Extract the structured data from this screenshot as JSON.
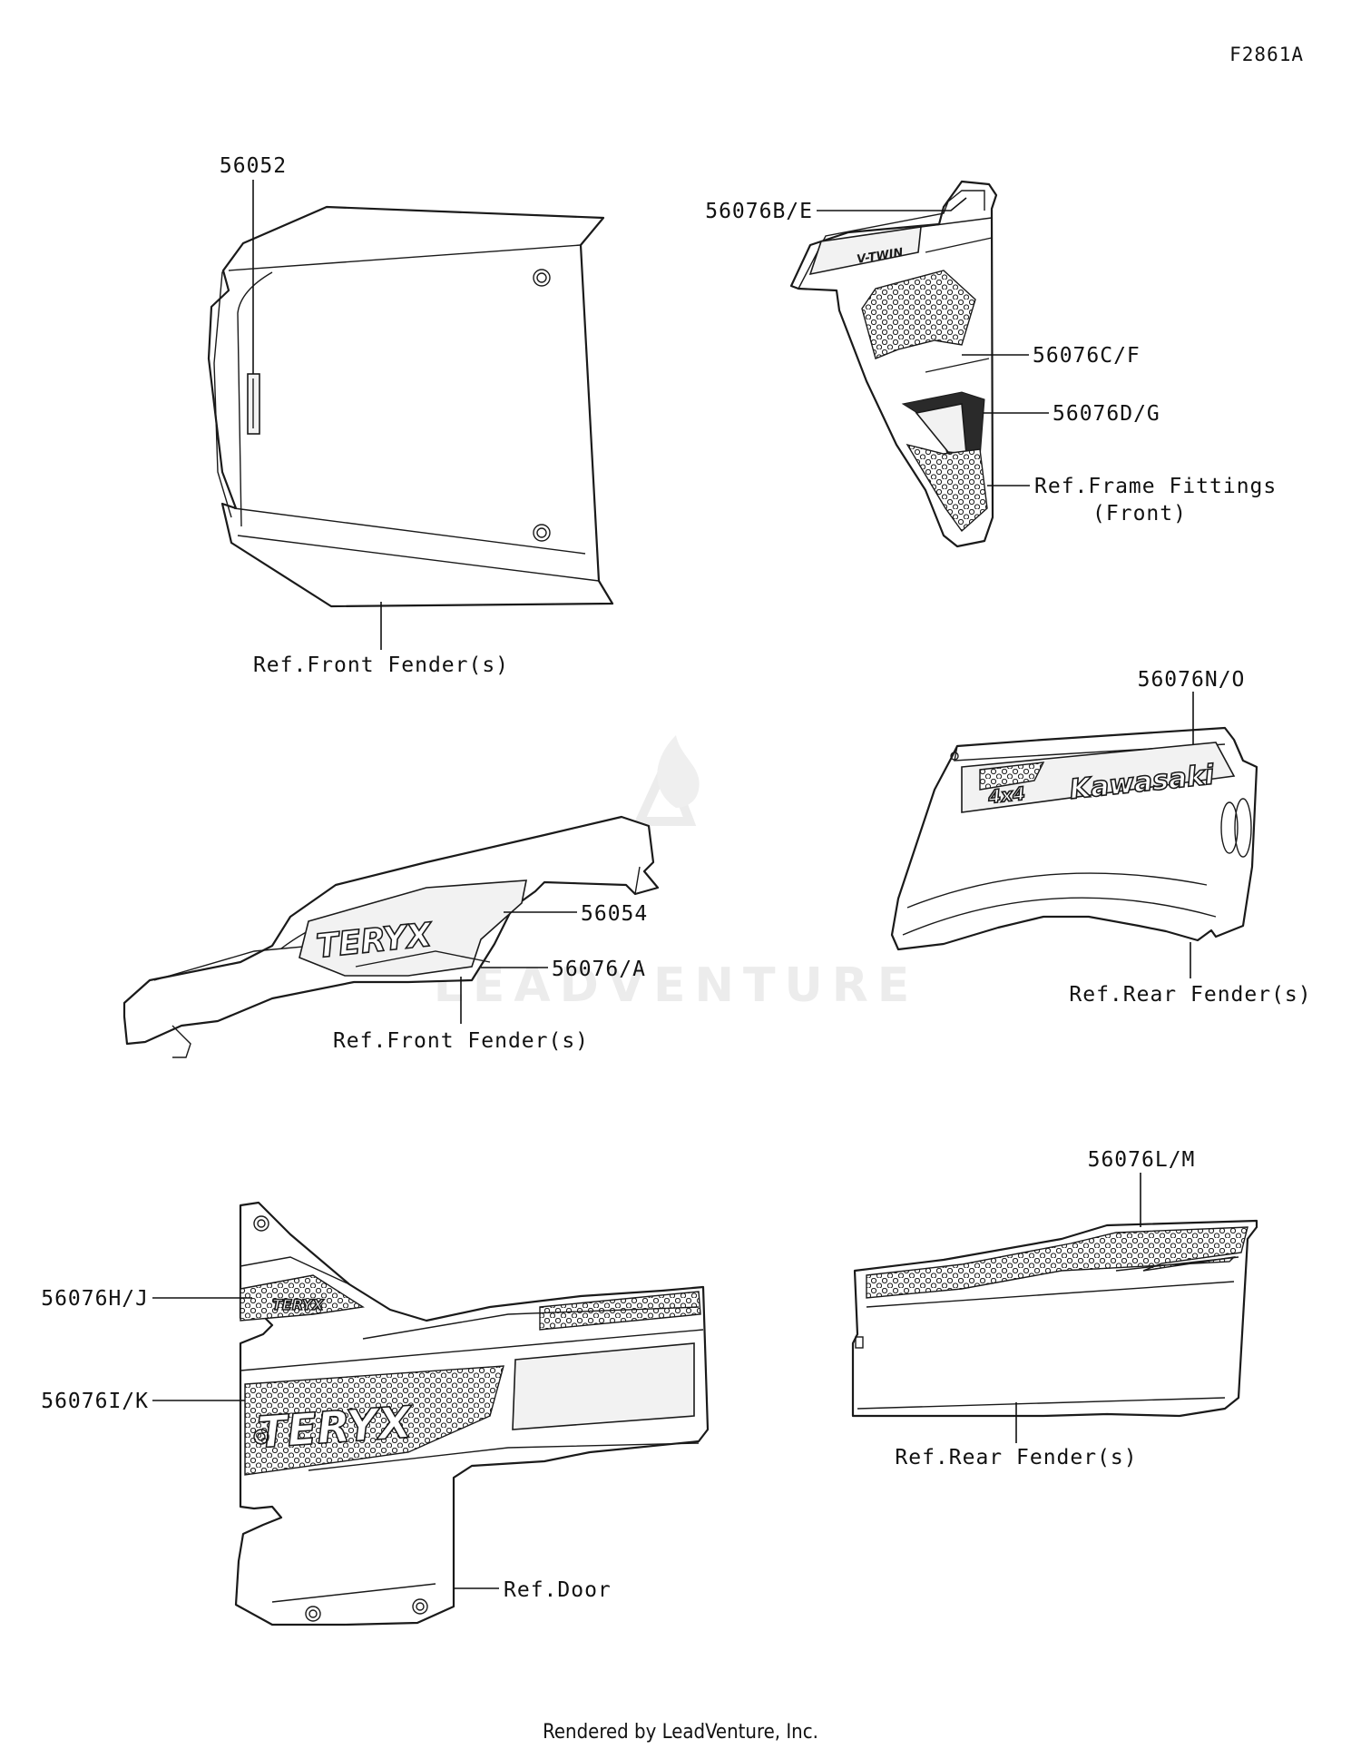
{
  "figure_code": "F2861A",
  "footer": "Rendered by LeadVenture, Inc.",
  "watermark": "LEADVENTURE",
  "labels": {
    "p56052": "56052",
    "p56076be": "56076B/E",
    "p56076cf": "56076C/F",
    "p56076dg": "56076D/G",
    "ref_frame_fittings": "Ref.Frame Fittings",
    "ref_frame_fittings_sub": "(Front)",
    "ref_front_fender_1": "Ref.Front Fender(s)",
    "p56076no": "56076N/O",
    "p56054": "56054",
    "p56076a": "56076/A",
    "ref_front_fender_2": "Ref.Front Fender(s)",
    "ref_rear_fender_1": "Ref.Rear Fender(s)",
    "p56076lm": "56076L/M",
    "p56076hj": "56076H/J",
    "p56076ik": "56076I/K",
    "ref_door": "Ref.Door",
    "ref_rear_fender_2": "Ref.Rear Fender(s)"
  },
  "decal_text": {
    "kawasaki": "Kawasaki",
    "four_by_four": "4x4",
    "teryx": "TERYX",
    "vtwin": "V-TWIN"
  },
  "colors": {
    "ink": "#1a1a1a",
    "watermark": "#ececec"
  }
}
